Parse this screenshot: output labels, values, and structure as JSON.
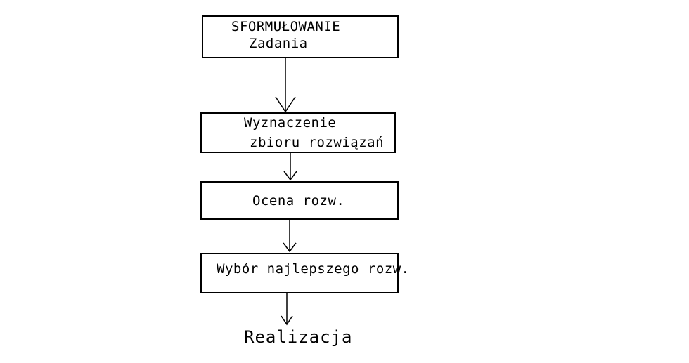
{
  "flowchart": {
    "description": "Decision process flow diagram (Polish)",
    "colors": {
      "background": "#ffffff",
      "stroke": "#000000",
      "text": "#000000"
    },
    "nodes": [
      {
        "id": "sformulowanie-zadania",
        "type": "box",
        "line1": "SFORMUŁOWANIE",
        "line2": "Zadania"
      },
      {
        "id": "wyznaczenie-zbioru-rozwiazan",
        "type": "box",
        "line1": "Wyznaczenie",
        "line2": "zbioru rozwiązań"
      },
      {
        "id": "ocena-rozwiazan",
        "type": "box",
        "line1": "Ocena rozw."
      },
      {
        "id": "wybor-najlepszego-rozwiazania",
        "type": "box",
        "line1": "Wybór najlepszego rozw."
      },
      {
        "id": "realizacja",
        "type": "label",
        "line1": "Realizacja"
      }
    ],
    "edges": [
      {
        "from": "sformulowanie-zadania",
        "to": "wyznaczenie-zbioru-rozwiazan",
        "style": "open-v-arrow"
      },
      {
        "from": "wyznaczenie-zbioru-rozwiazan",
        "to": "ocena-rozwiazan",
        "style": "open-v-arrow"
      },
      {
        "from": "ocena-rozwiazan",
        "to": "wybor-najlepszego-rozwiazania",
        "style": "open-v-arrow"
      },
      {
        "from": "wybor-najlepszego-rozwiazania",
        "to": "realizacja",
        "style": "open-v-arrow"
      }
    ]
  }
}
